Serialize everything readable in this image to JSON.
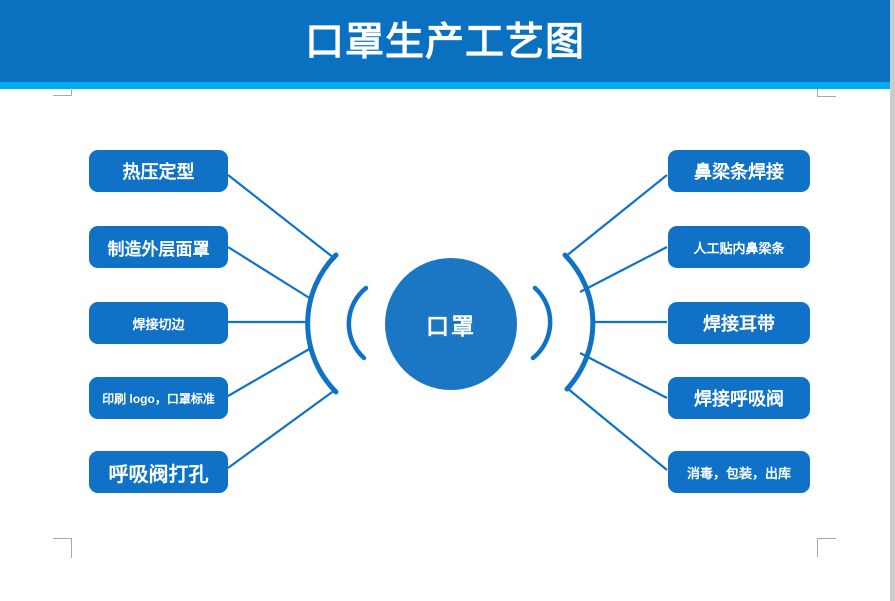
{
  "page": {
    "title": "口罩生产工艺图",
    "colors": {
      "header_blue": "#0a71c0",
      "accent_cyan": "#00aeef",
      "shape_blue": "#0f72c6",
      "circle_blue": "#1b76c3",
      "line_blue": "#0f72c6"
    }
  },
  "diagram": {
    "center": {
      "label": "口罩"
    },
    "left_items": [
      {
        "label": "热压定型"
      },
      {
        "label": "制造外层面罩"
      },
      {
        "label": "焊接切边"
      },
      {
        "label": "印刷 logo，口罩标准"
      },
      {
        "label": "呼吸阀打孔"
      }
    ],
    "right_items": [
      {
        "label": "鼻梁条焊接"
      },
      {
        "label": "人工贴内鼻梁条"
      },
      {
        "label": "焊接耳带"
      },
      {
        "label": "焊接呼吸阀"
      },
      {
        "label": "消毒，包装，出库"
      }
    ]
  }
}
